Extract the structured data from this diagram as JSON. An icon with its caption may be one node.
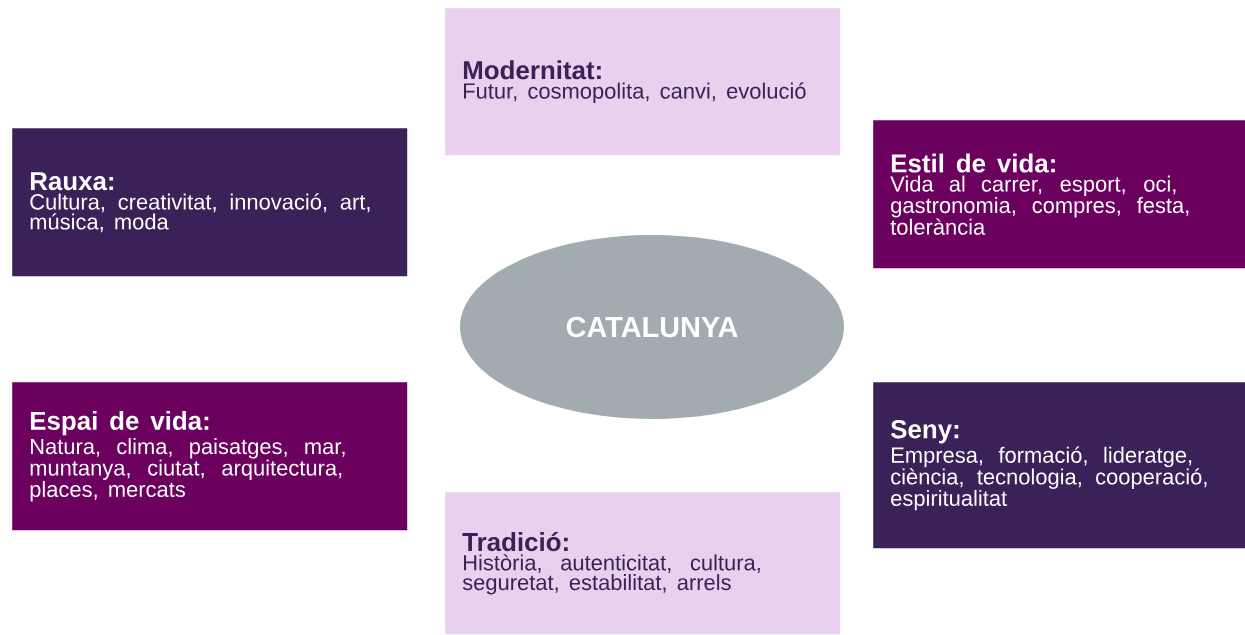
{
  "diagram": {
    "nodes": [
      {
        "text": [
          "Modernitat:",
          "Futur, cosmopolita, canvi, evolució"
        ]
      },
      {
        "text": [
          "Rauxa:",
          "Cultura, creativitat, innovació, art, música, moda"
        ]
      },
      {
        "text": [
          "Estil de vida:",
          "Vida al carrer, esport, oci, gastronomia, compres, festa, tolerància"
        ]
      },
      {
        "text": [
          "CATALUNYA"
        ]
      },
      {
        "text": [
          "Espai de vida:",
          "Natura, clima, paisatges, mar, muntanya, ciutat, arquitectura, places, mercats"
        ]
      },
      {
        "text": [
          "Seny:",
          "Empresa, formació, lideratge, ciència, tecnologia, cooperació, espiritualitat"
        ]
      },
      {
        "text": [
          "Tradició:",
          "Història, autenticitat, cultura, seguretat, estabilitat, arrels"
        ]
      }
    ]
  }
}
